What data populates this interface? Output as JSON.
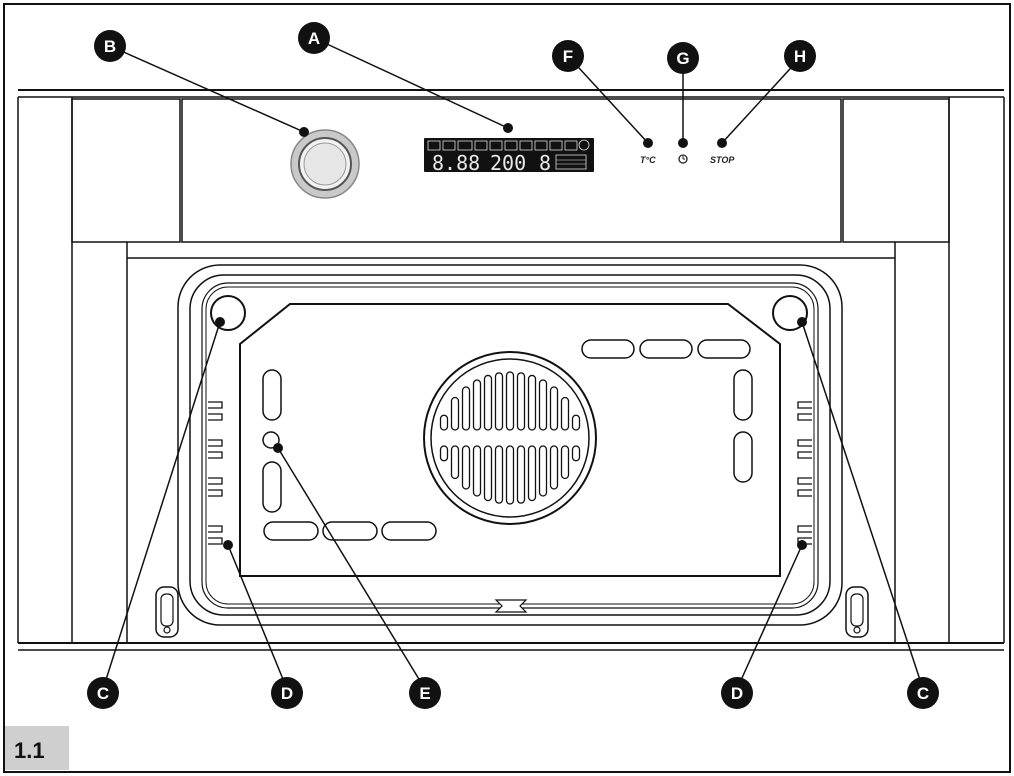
{
  "figure": {
    "number": "1.1"
  },
  "display": {
    "left_digits": "8.88",
    "right_digits": "200",
    "side_digit": "8"
  },
  "controls": {
    "temperature_label": "T°C",
    "timer_label": "◷",
    "stop_label": "STOP"
  },
  "callouts": {
    "A": "A",
    "B": "B",
    "C": "C",
    "D": "D",
    "E": "E",
    "F": "F",
    "G": "G",
    "H": "H"
  },
  "colors": {
    "line": "#111111",
    "callout_fill": "#111111",
    "lcd": "#111111",
    "background": "#ffffff"
  }
}
